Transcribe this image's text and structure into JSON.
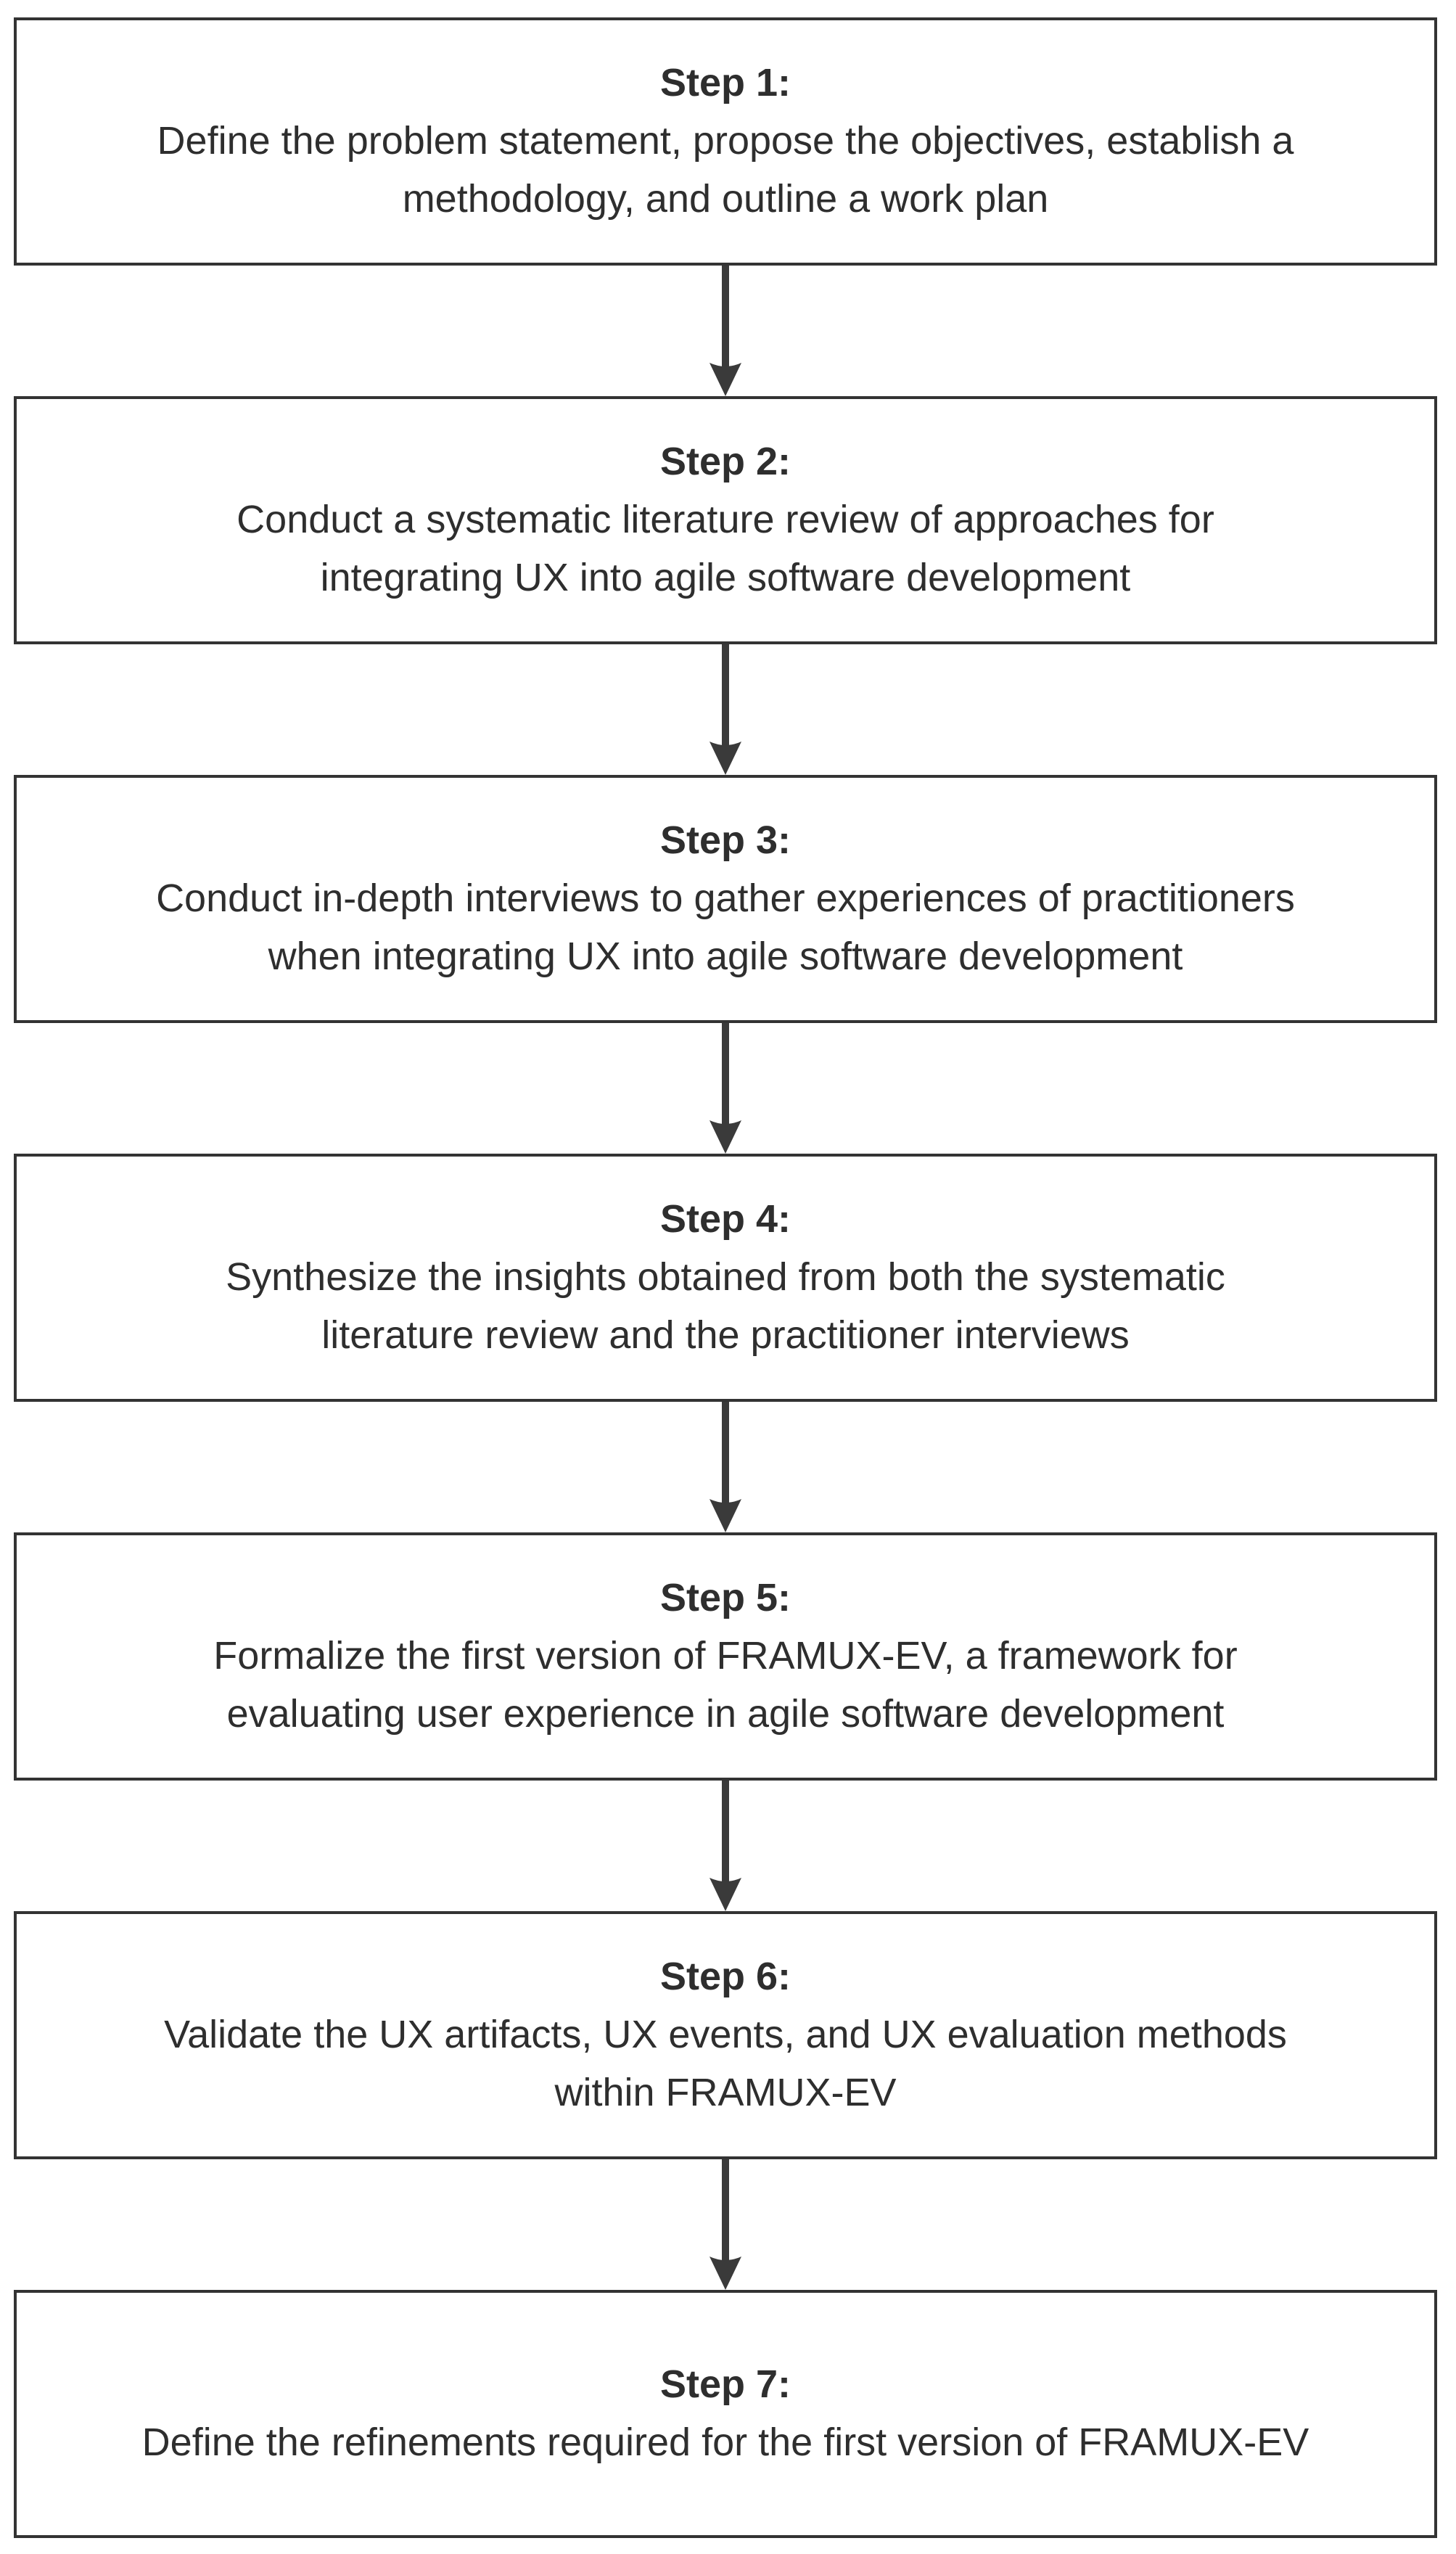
{
  "diagram": {
    "type": "flowchart",
    "direction": "top-down",
    "colors": {
      "background": "#ffffff",
      "box_border": "#333333",
      "text": "#2e2e2e",
      "arrow": "#3a3a3a"
    },
    "steps": [
      {
        "label": "Step 1:",
        "description": "Define the problem statement, propose the objectives, establish a\nmethodology, and outline a work plan"
      },
      {
        "label": "Step 2:",
        "description": "Conduct a systematic literature review of approaches for\nintegrating UX into agile software development"
      },
      {
        "label": "Step 3:",
        "description": "Conduct in-depth interviews to gather experiences of practitioners\nwhen integrating UX into agile software development"
      },
      {
        "label": "Step 4:",
        "description": "Synthesize the insights obtained from both the systematic\nliterature review and the practitioner interviews"
      },
      {
        "label": "Step 5:",
        "description": "Formalize the first version of FRAMUX-EV, a framework for\nevaluating user experience in agile software development"
      },
      {
        "label": "Step 6:",
        "description": "Validate the UX artifacts, UX events, and UX evaluation methods\nwithin FRAMUX-EV"
      },
      {
        "label": "Step 7:",
        "description": "Define the refinements required for the first version of FRAMUX-EV"
      }
    ]
  }
}
